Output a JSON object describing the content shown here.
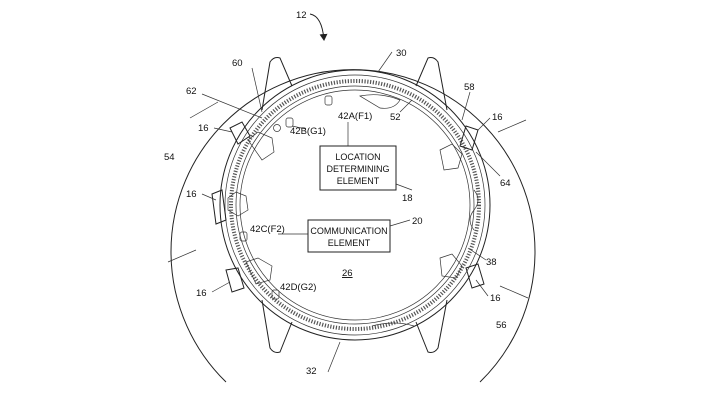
{
  "refs": {
    "r12": "12",
    "r30": "30",
    "r60": "60",
    "r62": "62",
    "r58": "58",
    "r16a": "16",
    "r16b": "16",
    "r16c": "16",
    "r16d": "16",
    "r16e": "16",
    "r54": "54",
    "r52": "52",
    "r64": "64",
    "r18": "18",
    "r20": "20",
    "r26": "26",
    "r38": "38",
    "r56": "56",
    "r32": "32"
  },
  "sensors": {
    "s42a": "42A(F1)",
    "s42b": "42B(G1)",
    "s42c": "42C(F2)",
    "s42d": "42D(G2)"
  },
  "location_box": [
    "LOCATION",
    "DETERMINING",
    "ELEMENT"
  ],
  "comm_box": [
    "COMMUNICATION",
    "ELEMENT"
  ]
}
